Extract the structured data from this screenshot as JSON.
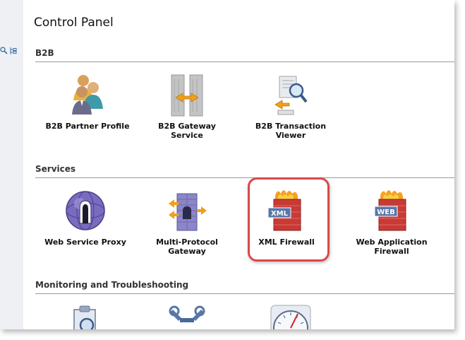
{
  "page": {
    "title": "Control Panel"
  },
  "sections": [
    {
      "header": "B2B",
      "tiles": [
        {
          "label": "B2B Partner Profile",
          "icon": "partner-profile-icon"
        },
        {
          "label": "B2B Gateway Service",
          "icon": "gateway-service-icon"
        },
        {
          "label": "B2B Transaction Viewer",
          "icon": "transaction-viewer-icon"
        }
      ]
    },
    {
      "header": "Services",
      "tiles": [
        {
          "label": "Web Service Proxy",
          "icon": "web-service-proxy-icon"
        },
        {
          "label": "Multi-Protocol Gateway",
          "icon": "multi-protocol-gateway-icon"
        },
        {
          "label": "XML Firewall",
          "icon": "xml-firewall-icon",
          "badge": "XML"
        },
        {
          "label": "Web Application Firewall",
          "icon": "web-application-firewall-icon",
          "badge": "WEB"
        }
      ]
    },
    {
      "header": "Monitoring and Troubleshooting",
      "tiles": [
        {
          "label": "",
          "icon": "clipboard-magnifier-icon"
        },
        {
          "label": "",
          "icon": "tools-icon"
        },
        {
          "label": "",
          "icon": "gauge-icon"
        }
      ]
    }
  ],
  "colors": {
    "highlight": "#d9484a",
    "firewall_red": "#c83a36",
    "badge_blue": "#5876a8",
    "arrow_orange": "#f0a018"
  }
}
